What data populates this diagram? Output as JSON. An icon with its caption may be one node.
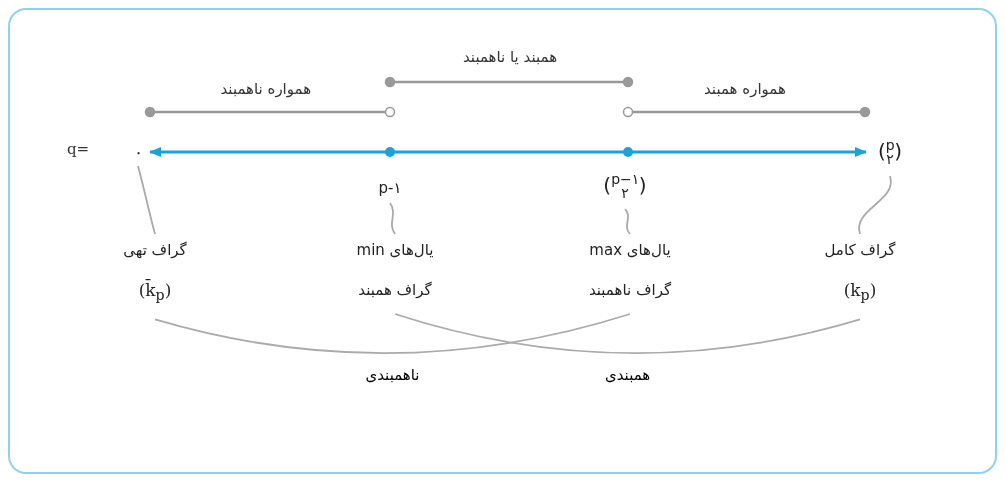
{
  "diagram": {
    "nodes": [
      {
        "text": [
          "گراف تهی",
          "(k̄$_{p}$)"
        ]
      },
      {
        "text": [
          "یال‌های min گراف همبند"
        ]
      },
      {
        "text": [
          "یال‌های max گراف ناهمبند"
        ]
      },
      {
        "text": [
          "گراف کامل",
          "(k$_{p}$)"
        ]
      },
      {
        "text": [
          "۰"
        ]
      },
      {
        "text": [
          "p-۱"
        ]
      },
      {
        "text": [
          "($^{p−۱}$$_{۲}$)"
        ]
      },
      {
        "text": [
          "($^{p}$$_{۲}$)"
        ]
      }
    ],
    "edges": [
      {
        "from": 4,
        "to": 7,
        "arrow": "both",
        "color": "#1aa3d9"
      },
      {
        "from": 0,
        "to": 4,
        "arrow": "none"
      },
      {
        "from": 1,
        "to": 5,
        "arrow": "none"
      },
      {
        "from": 2,
        "to": 6,
        "arrow": "none"
      },
      {
        "from": 3,
        "to": 7,
        "arrow": "none"
      },
      {
        "from": 0,
        "to": 2,
        "arrow": "none",
        "label": "ناهمبندی"
      },
      {
        "from": 1,
        "to": 3,
        "arrow": "none",
        "label": "همبندی"
      }
    ],
    "labels": [
      "همبند یا ناهمبند",
      "همواره ناهمبند",
      "همواره همبند",
      "q="
    ]
  }
}
